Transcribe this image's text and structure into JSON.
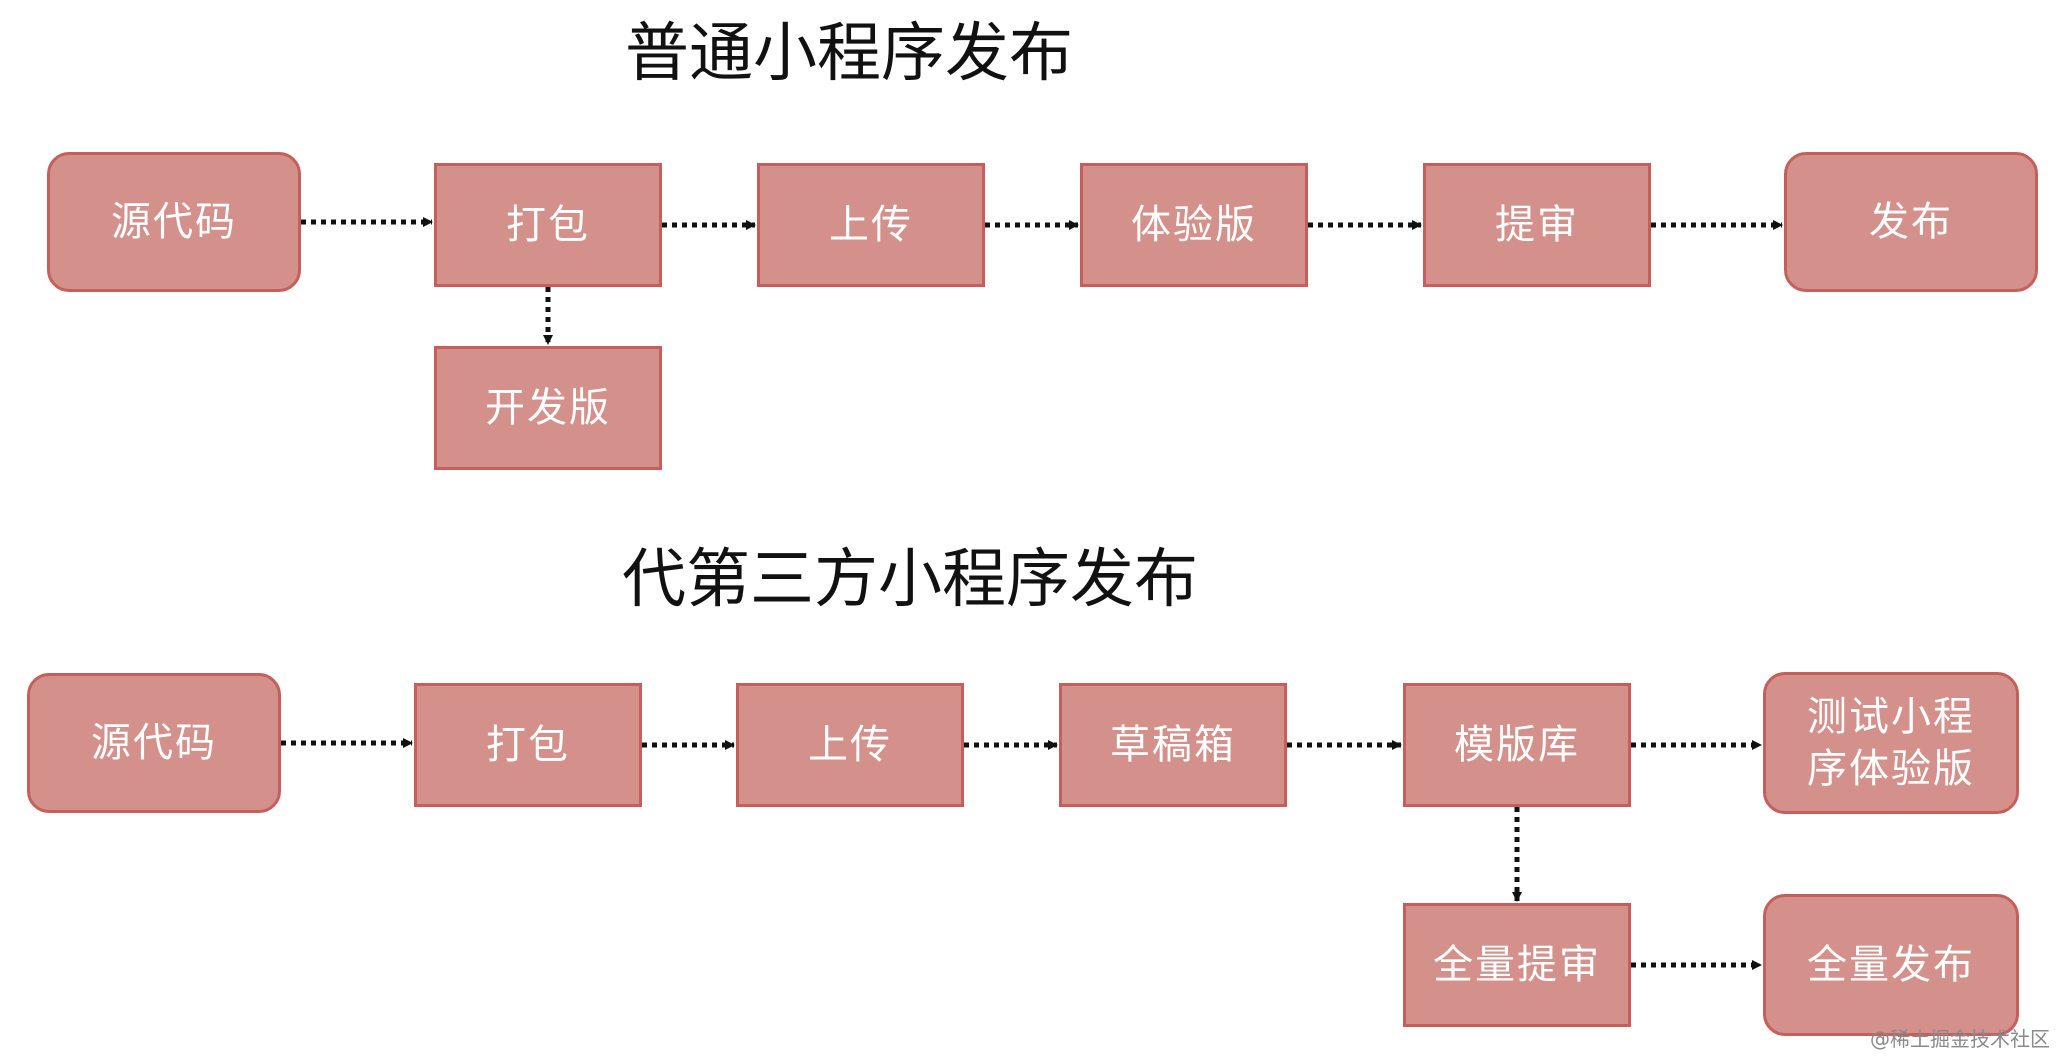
{
  "diagrams": [
    {
      "id": "normal",
      "title": "普通小程序发布",
      "nodes": [
        {
          "id": "n1",
          "label": "源代码",
          "shape": "rounded"
        },
        {
          "id": "n2",
          "label": "打包",
          "shape": "rect"
        },
        {
          "id": "n3",
          "label": "上传",
          "shape": "rect"
        },
        {
          "id": "n4",
          "label": "体验版",
          "shape": "rect"
        },
        {
          "id": "n5",
          "label": "提审",
          "shape": "rect"
        },
        {
          "id": "n6",
          "label": "发布",
          "shape": "rounded"
        },
        {
          "id": "n7",
          "label": "开发版",
          "shape": "rect"
        }
      ],
      "edges": [
        {
          "from": "n1",
          "to": "n2"
        },
        {
          "from": "n2",
          "to": "n3"
        },
        {
          "from": "n3",
          "to": "n4"
        },
        {
          "from": "n4",
          "to": "n5"
        },
        {
          "from": "n5",
          "to": "n6"
        },
        {
          "from": "n2",
          "to": "n7"
        }
      ]
    },
    {
      "id": "third_party",
      "title": "代第三方小程序发布",
      "nodes": [
        {
          "id": "t1",
          "label": "源代码",
          "shape": "rounded"
        },
        {
          "id": "t2",
          "label": "打包",
          "shape": "rect"
        },
        {
          "id": "t3",
          "label": "上传",
          "shape": "rect"
        },
        {
          "id": "t4",
          "label": "草稿箱",
          "shape": "rect"
        },
        {
          "id": "t5",
          "label": "模版库",
          "shape": "rect"
        },
        {
          "id": "t6",
          "label": "测试小程\n序体验版",
          "shape": "rounded"
        },
        {
          "id": "t7",
          "label": "全量提审",
          "shape": "rect"
        },
        {
          "id": "t8",
          "label": "全量发布",
          "shape": "rounded"
        }
      ],
      "edges": [
        {
          "from": "t1",
          "to": "t2"
        },
        {
          "from": "t2",
          "to": "t3"
        },
        {
          "from": "t3",
          "to": "t4"
        },
        {
          "from": "t4",
          "to": "t5"
        },
        {
          "from": "t5",
          "to": "t6"
        },
        {
          "from": "t5",
          "to": "t7"
        },
        {
          "from": "t7",
          "to": "t8"
        }
      ]
    }
  ],
  "watermark": "@稀土掘金技术社区",
  "colors": {
    "node_fill": "#d4918b",
    "node_border": "#c65f5b",
    "node_text": "#ffffff",
    "arrow": "#111111"
  }
}
